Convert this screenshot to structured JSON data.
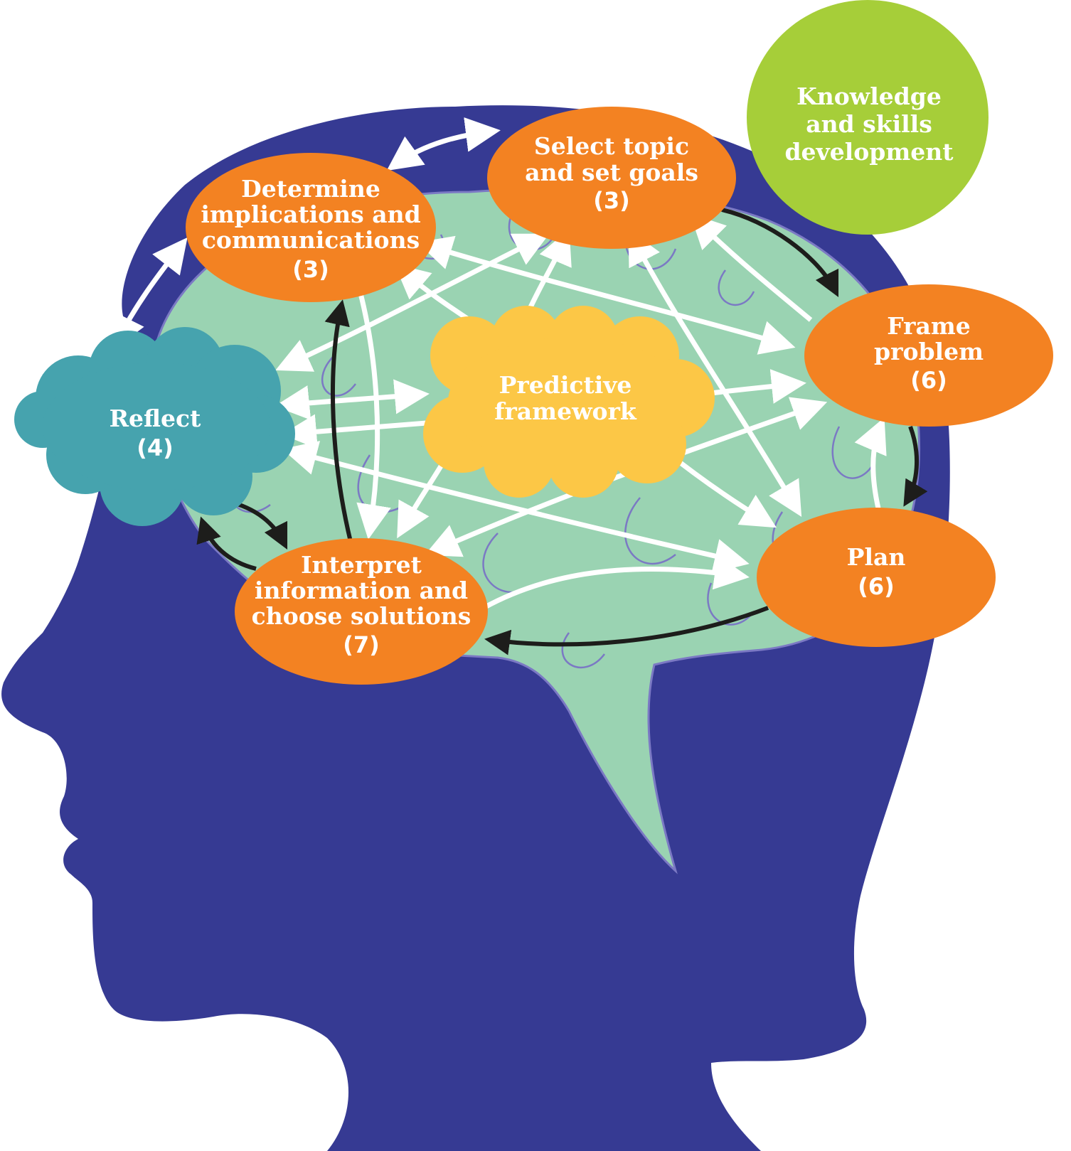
{
  "diagram": {
    "subject": "Head silhouette with brain showing research process stages",
    "colors": {
      "head": "#363a93",
      "brain": "#9ad3b2",
      "brain_outline": "#7b79c4",
      "process_node": "#f38222",
      "reflect_cloud": "#46a3ae",
      "predictive_cloud": "#fcc746",
      "knowledge_circle": "#a6ce39",
      "white_arrow": "#ffffff",
      "black_arrow": "#1d1d1b"
    },
    "knowledge": {
      "lines": [
        "Knowledge",
        "and skills",
        "development"
      ]
    },
    "nodes": {
      "select_topic": {
        "lines": [
          "Select topic",
          "and set goals"
        ],
        "count": "(3)"
      },
      "determine": {
        "lines": [
          "Determine",
          "implications and",
          "communications"
        ],
        "count": "(3)"
      },
      "frame": {
        "lines": [
          "Frame",
          "problem"
        ],
        "count": "(6)"
      },
      "plan": {
        "lines": [
          "Plan"
        ],
        "count": "(6)"
      },
      "interpret": {
        "lines": [
          "Interpret",
          "information and",
          "choose solutions"
        ],
        "count": "(7)"
      },
      "reflect": {
        "lines": [
          "Reflect"
        ],
        "count": "(4)"
      },
      "predictive": {
        "lines": [
          "Predictive",
          "framework"
        ]
      }
    },
    "cycle_order": [
      "Select topic and set goals",
      "Frame problem",
      "Plan",
      "Interpret information and choose solutions",
      "Determine implications and communications",
      "Reflect"
    ]
  }
}
